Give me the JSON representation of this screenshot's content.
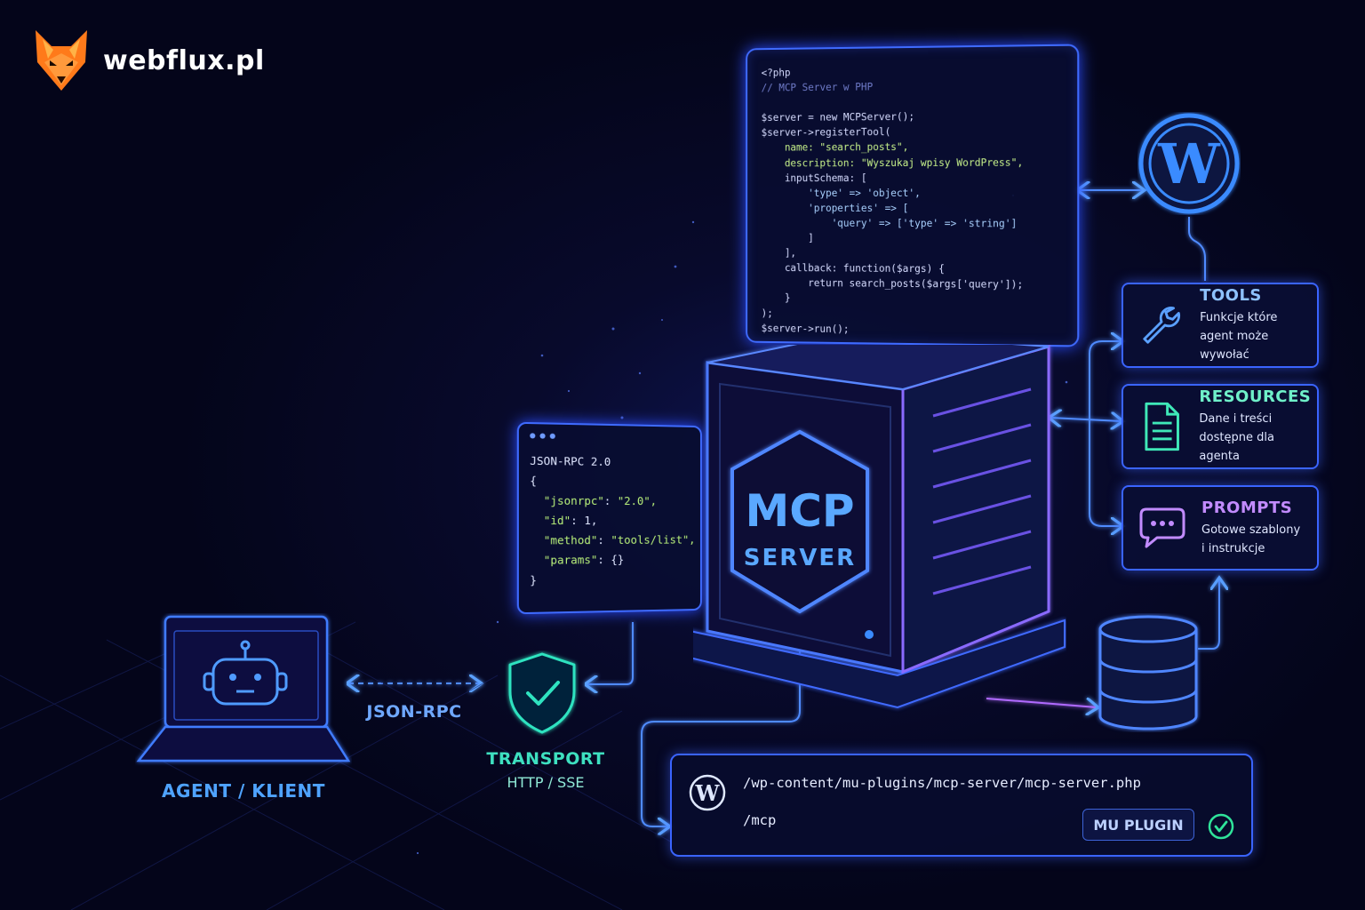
{
  "brand": {
    "name": "webflux.pl",
    "icon": "fox-logo"
  },
  "code": {
    "lines": [
      "<?php",
      "// MCP Server w PHP",
      "",
      "$server = new MCPServer();",
      "$server->registerTool(",
      "    name: \"search_posts\",",
      "    description: \"Wyszukaj wpisy WordPress\",",
      "    inputSchema: [",
      "        'type' => 'object',",
      "        'properties' => [",
      "            'query' => ['type' => 'string']",
      "        ]",
      "    ],",
      "    callback: function($args) {",
      "        return search_posts($args['query']);",
      "    }",
      ");",
      "$server->run();"
    ]
  },
  "json_rpc": {
    "title": "JSON-RPC 2.0",
    "open": "{",
    "lines": [
      {
        "key": "\"jsonrpc\"",
        "value": "\"2.0\","
      },
      {
        "key": "\"id\"",
        "value": "1,"
      },
      {
        "key": "\"method\"",
        "value": "\"tools/list\","
      },
      {
        "key": "\"params\"",
        "value": "{}"
      }
    ],
    "close": "}"
  },
  "server": {
    "line1": "MCP",
    "line2": "SERVER"
  },
  "agent": {
    "label": "AGENT / KLIENT"
  },
  "link": {
    "label": "JSON-RPC"
  },
  "transport": {
    "title": "TRANSPORT",
    "subtitle": "HTTP / SSE"
  },
  "cards": {
    "tools": {
      "title": "TOOLS",
      "line1": "Funkcje które",
      "line2": "agent może wywołać"
    },
    "resources": {
      "title": "RESOURCES",
      "line1": "Dane i treści",
      "line2": "dostępne dla agenta"
    },
    "prompts": {
      "title": "PROMPTS",
      "line1": "Gotowe szablony",
      "line2": "i instrukcje"
    }
  },
  "plugin": {
    "path": "/wp-content/mu-plugins/mcp-server/mcp-server.php",
    "endpoint": "/mcp",
    "badge": "MU PLUGIN"
  },
  "colors": {
    "accent": "#3f6bff",
    "cyan": "#4fd6ff",
    "green": "#2fe3a0",
    "violet": "#b06bff"
  }
}
